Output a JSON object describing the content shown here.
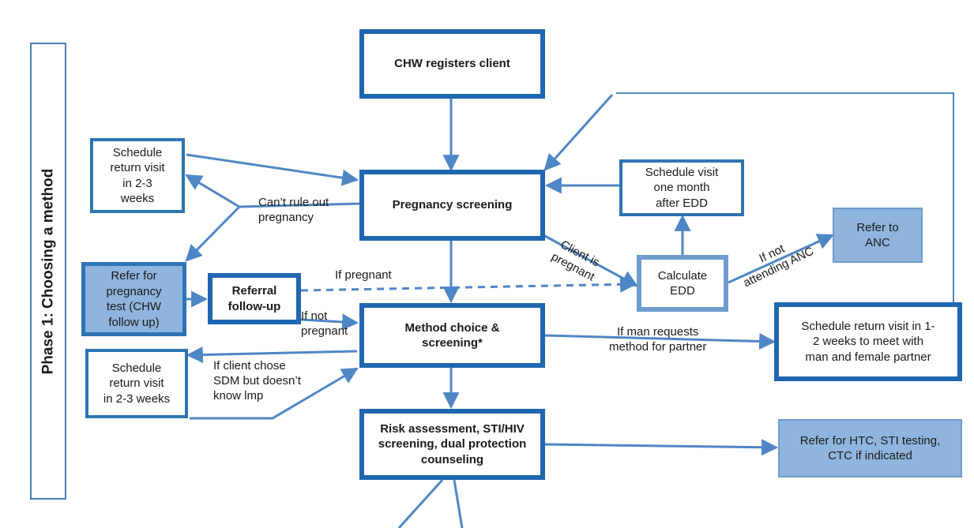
{
  "phase_label": "Phase 1: Choosing a method",
  "colors": {
    "line": "#4f86c6",
    "border": "#2e74b5",
    "fill": "#8fb4dd"
  },
  "nodes": {
    "registers": "CHW registers client",
    "pregnancy_screening": "Pregnancy screening",
    "schedule_return_top": "Schedule\nreturn visit\nin 2-3\nweeks",
    "refer_pregnancy_test": "Refer for\npregnancy\ntest (CHW\nfollow up)",
    "referral_followup": "Referral\nfollow-up",
    "schedule_visit_edd": "Schedule visit\none month\nafter EDD",
    "calculate_edd": "Calculate\nEDD",
    "refer_anc": "Refer to\nANC",
    "method_choice": "Method choice &\nscreening*",
    "schedule_return_bottom": "Schedule\nreturn visit\nin 2-3 weeks",
    "schedule_partner": "Schedule return visit in 1-\n2 weeks to meet with\nman and female partner",
    "risk_assessment": "Risk assessment, STI/HIV\nscreening, dual protection\ncounseling",
    "refer_htc": "Refer for HTC, STI testing,\nCTC if indicated"
  },
  "edge_labels": {
    "cant_rule_out": "Can’t rule out\npregnancy",
    "if_pregnant": "If pregnant",
    "client_is_pregnant": "Client is\npregnant",
    "if_not_attending": "If not\nattending ANC",
    "if_not_pregnant": "If not\npregnant",
    "if_man_requests": "If man requests\nmethod for partner",
    "if_client_chose": "If client chose\nSDM but doesn’t\nknow lmp"
  }
}
